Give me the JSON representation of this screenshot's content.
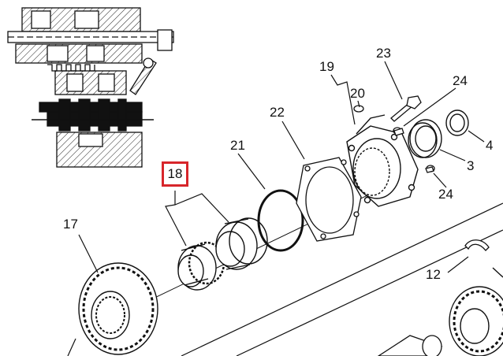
{
  "callouts": {
    "c17": "17",
    "c18": "18",
    "c21": "21",
    "c22": "22",
    "c19": "19",
    "c20": "20",
    "c23": "23",
    "c24a": "24",
    "c4": "4",
    "c3": "3",
    "c24b": "24",
    "c12": "12"
  },
  "highlight": {
    "label": "18",
    "color": "#d7262b"
  },
  "colors": {
    "ink": "#111111",
    "hatch": "#222222",
    "highlight": "#d7262b"
  }
}
